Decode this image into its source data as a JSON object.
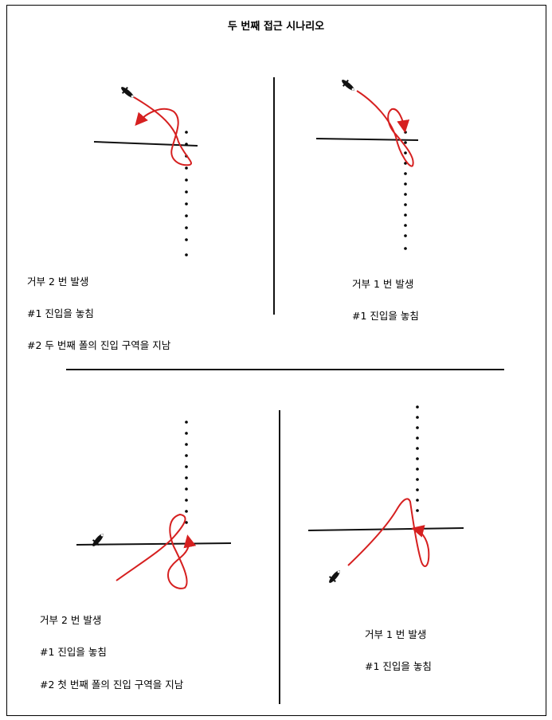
{
  "title": "두 번째 접근 시나리오",
  "scenarios": [
    {
      "lines": [
        "거부 2 번 발생",
        "#1 진입을 놓침",
        "#2 두 번째 폴의 진입 구역을 지남"
      ]
    },
    {
      "lines": [
        "거부 1 번 발생",
        "#1 진입을 놓침"
      ]
    },
    {
      "lines": [
        "거부 2 번 발생",
        "#1 진입을 놓침",
        "#2 첫 번째 폴의 진입 구역을 지남"
      ]
    },
    {
      "lines": [
        "거부 1 번 발생",
        "#1 진입을 놓침"
      ]
    }
  ],
  "colors": {
    "path": "#d62020",
    "line": "#111111",
    "dots": "#000000"
  },
  "icons": [
    "aircraft-icon"
  ]
}
